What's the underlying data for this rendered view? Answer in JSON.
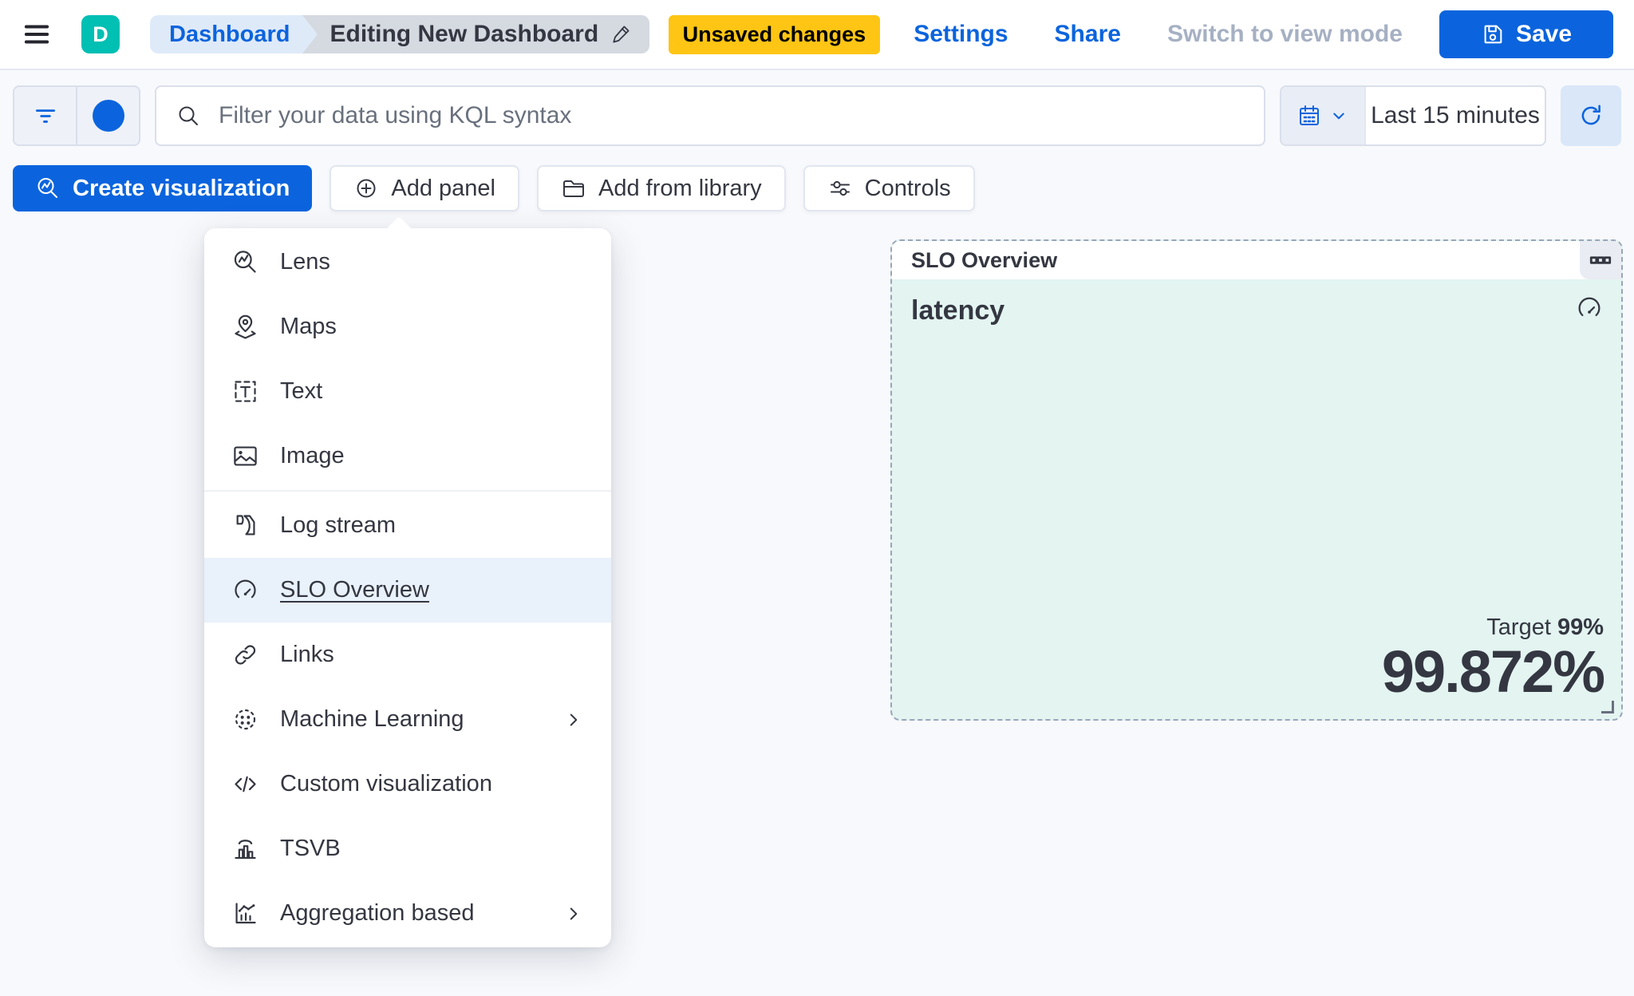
{
  "header": {
    "logo_letter": "D",
    "breadcrumbs": {
      "root": "Dashboard",
      "current": "Editing New Dashboard"
    },
    "unsaved_badge": "Unsaved changes",
    "settings_label": "Settings",
    "share_label": "Share",
    "view_mode_label": "Switch to view mode",
    "save_label": "Save"
  },
  "query_bar": {
    "placeholder": "Filter your data using KQL syntax",
    "time_range": "Last 15 minutes"
  },
  "toolbar": {
    "create_visualization": "Create visualization",
    "add_panel": "Add panel",
    "add_from_library": "Add from library",
    "controls": "Controls"
  },
  "add_panel_menu": {
    "items": [
      {
        "label": "Lens",
        "icon": "lens-icon"
      },
      {
        "label": "Maps",
        "icon": "maps-icon"
      },
      {
        "label": "Text",
        "icon": "text-icon"
      },
      {
        "label": "Image",
        "icon": "image-icon"
      },
      {
        "label": "Log stream",
        "icon": "log-stream-icon",
        "divider_before": true
      },
      {
        "label": "SLO Overview",
        "icon": "slo-gauge-icon",
        "selected": true
      },
      {
        "label": "Links",
        "icon": "links-icon"
      },
      {
        "label": "Machine Learning",
        "icon": "machine-learning-icon",
        "has_submenu": true
      },
      {
        "label": "Custom visualization",
        "icon": "code-icon"
      },
      {
        "label": "TSVB",
        "icon": "tsvb-icon"
      },
      {
        "label": "Aggregation based",
        "icon": "aggregation-icon",
        "has_submenu": true
      }
    ]
  },
  "slo_panel": {
    "title": "SLO Overview",
    "metric_name": "latency",
    "target_label": "Target",
    "target_value": "99%",
    "value": "99.872%"
  },
  "colors": {
    "accent_blue": "#0b64dd",
    "logo_teal": "#00bfb3",
    "warning_yellow": "#fec514",
    "panel_tint": "#e3f4f1",
    "menu_highlight": "#e9f1fb"
  }
}
